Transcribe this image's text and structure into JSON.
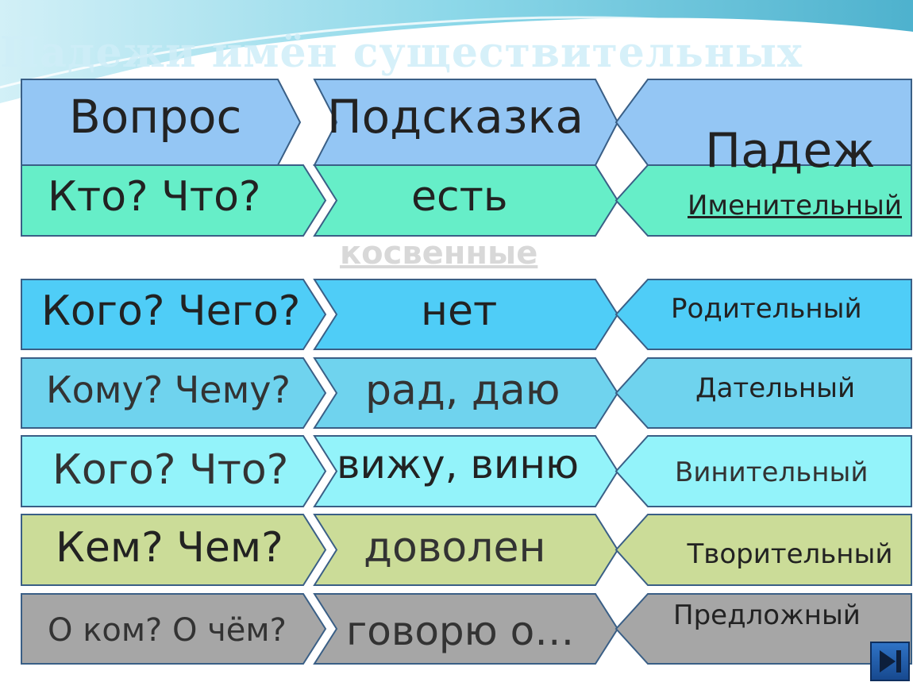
{
  "title": "Падежи имён существительных",
  "indirect_label": "косвенные",
  "headers": {
    "question": "Вопрос",
    "hint": "Подсказка",
    "case": "Падеж"
  },
  "rows": [
    {
      "question": "Кто? Что?",
      "hint": "есть",
      "case": "Именительный",
      "color": "#66eec8"
    },
    {
      "question": "Кого? Чего?",
      "hint": "нет",
      "case": "Родительный",
      "color": "#4fcdf7"
    },
    {
      "question": "Кому? Чему?",
      "hint": "рад, даю",
      "case": "Дательный",
      "color": "#6fd3ee"
    },
    {
      "question": "Кого? Что?",
      "hint": "вижу, виню",
      "case": "Винительный",
      "color": "#93f3fa"
    },
    {
      "question": "Кем? Чем?",
      "hint": "доволен",
      "case": "Творительный",
      "color": "#cbdc98"
    },
    {
      "question": "О ком? О чём?",
      "hint": "говорю о…",
      "case": "Предложный",
      "color": "#a6a6a6"
    }
  ],
  "header_color": "#94c6f4",
  "nav_icon": "skip-forward-icon"
}
